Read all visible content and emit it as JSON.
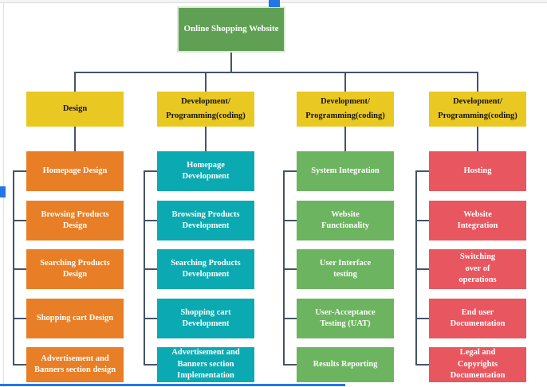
{
  "app": {
    "selection_color": "#2277e3"
  },
  "diagram": {
    "root_label": "Online Shopping Website",
    "root_color": "#5fa054",
    "header_color": "#eac822",
    "connector_color": "#44546a",
    "columns": [
      {
        "header": "Design",
        "box_color": "#e87e26",
        "items": [
          "Homepage Design",
          "Browsing Products\nDesign",
          "Searching Products\nDesign",
          "Shopping cart Design",
          "Advertisement and\nBanners section design"
        ]
      },
      {
        "header": "Development/\nProgramming(coding)",
        "box_color": "#0ba9b1",
        "items": [
          "Homepage\nDevelopment",
          "Browsing Products\nDevelopment",
          "Searching Products\nDevelopment",
          "Shopping cart\nDevelopment",
          "Advertisement and\nBanners section\nImplementation"
        ]
      },
      {
        "header": "Development/\nProgramming(coding)",
        "box_color": "#6cb45f",
        "items": [
          "System Integration",
          "Website\nFunctionality",
          "User Interface\ntesting",
          "User-Acceptance\nTesting (UAT)",
          "Results Reporting"
        ]
      },
      {
        "header": "Development/\nProgramming(coding)",
        "box_color": "#e8565f",
        "items": [
          "Hosting",
          "Website\nIntegration",
          "Switching\nover of\noperations",
          "End user\nDocumentation",
          "Legal and\nCopyrights\nDocumentation"
        ]
      }
    ]
  }
}
